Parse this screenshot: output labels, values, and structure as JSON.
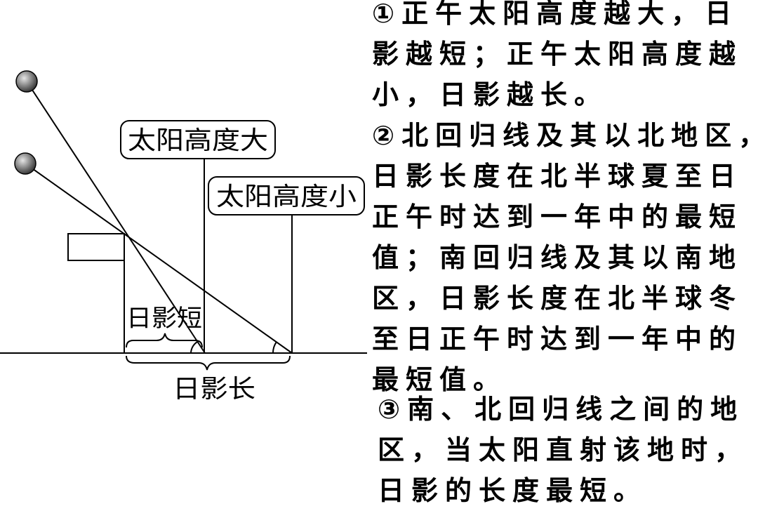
{
  "diagram": {
    "label_high": "太阳高度大",
    "label_low": "太阳高度小",
    "label_short_shadow": "日影短",
    "label_long_shadow": "日影长"
  },
  "explanation": [
    [
      "①正午太阳高度越大，日",
      "影越短；正午太阳高度越",
      "小，日影越长。"
    ],
    [
      "②北回归线及其以北地区，",
      "日影长度在北半球夏至日",
      "正午时达到一年中的最短",
      "值；南回归线及其以南地",
      "区，日影长度在北半球冬",
      "至日正午时达到一年中的",
      "最短值。"
    ],
    [
      "③南、北回归线之间的地",
      "区，当太阳直射该地时，",
      "日影的长度最短。"
    ]
  ],
  "colors": {
    "ink": "#000000",
    "sun_light": "#e6e6e6",
    "sun_dark": "#3a3a3a"
  }
}
